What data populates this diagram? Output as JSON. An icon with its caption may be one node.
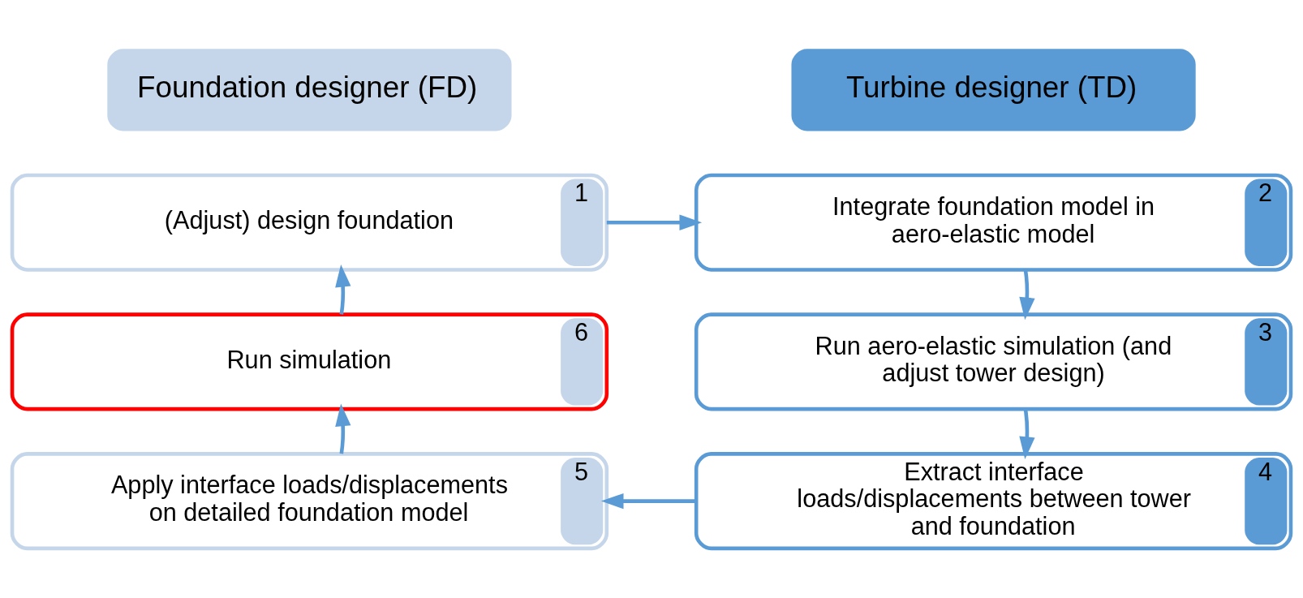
{
  "diagram": {
    "nodes": [
      {
        "text": [
          "Foundation designer (FD)"
        ]
      },
      {
        "text": [
          "Turbine designer (TD)"
        ]
      },
      {
        "text": [
          "(Adjust) design foundation",
          "1"
        ]
      },
      {
        "text": [
          "Integrate foundation model in aero-elastic model",
          "2"
        ]
      },
      {
        "text": [
          "Run simulation",
          "6"
        ]
      },
      {
        "text": [
          "Run aero-elastic simulation (and adjust tower design)",
          "3"
        ]
      },
      {
        "text": [
          "Apply interface loads/displacements on detailed foundation model",
          "5"
        ]
      },
      {
        "text": [
          "Extract interface loads/displacements between tower and foundation",
          "4"
        ]
      }
    ],
    "edges": [
      {
        "from": 2,
        "to": 3,
        "arrow": "to"
      },
      {
        "from": 3,
        "to": 5,
        "arrow": "to"
      },
      {
        "from": 5,
        "to": 7,
        "arrow": "to"
      },
      {
        "from": 7,
        "to": 6,
        "arrow": "to"
      },
      {
        "from": 6,
        "to": 4,
        "arrow": "to"
      },
      {
        "from": 4,
        "to": 2,
        "arrow": "to"
      }
    ]
  }
}
